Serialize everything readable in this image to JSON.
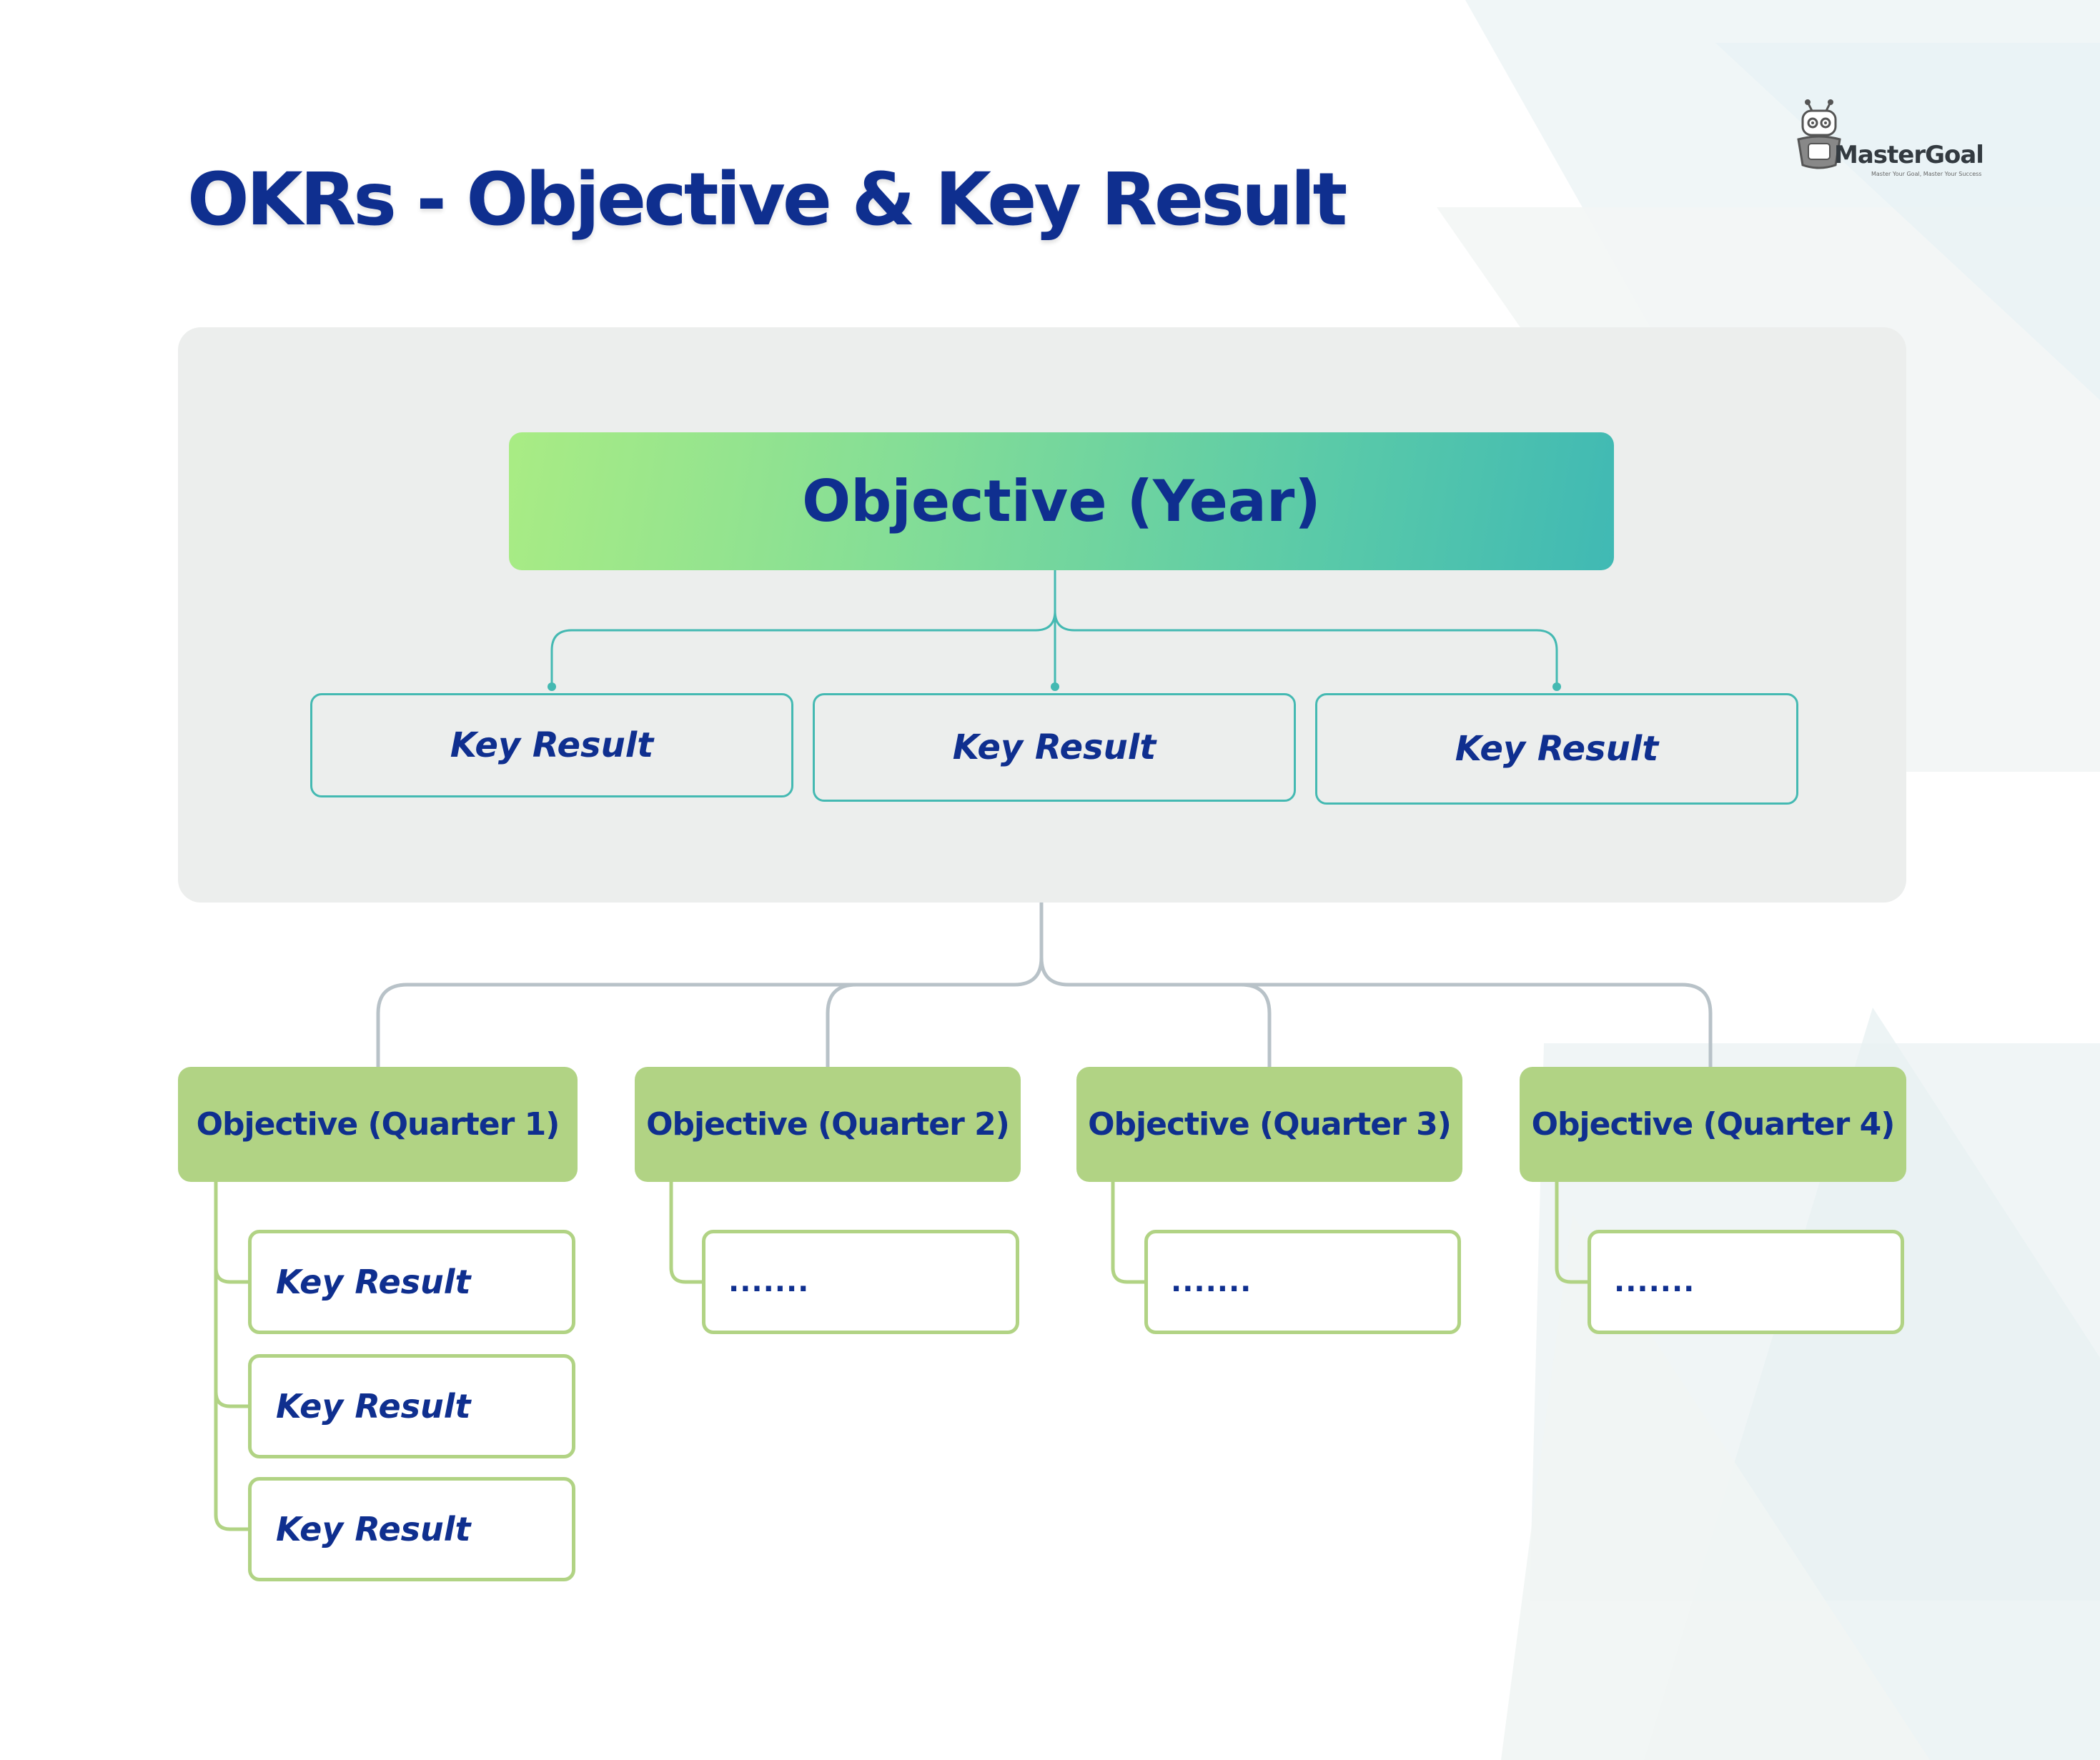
{
  "title": "OKRs - Objective & Key Result",
  "logo": {
    "name": "MasterGoal",
    "tagline": "Master Your Goal, Master Your Success",
    "icon": "robot-mascot-icon"
  },
  "colors": {
    "title": "#0f2f8f",
    "panel": "#eceeed",
    "objective_year_gradient": [
      "#a9ec84",
      "#40b9b4"
    ],
    "top_connector": "#44b9b2",
    "quarter_fill": "#b1d384",
    "quarter_connector": "#b8c2c8"
  },
  "diagram": {
    "objective_year": {
      "label": "Objective (Year)",
      "key_results": [
        "Key Result",
        "Key Result",
        "Key Result"
      ]
    },
    "quarters": [
      {
        "label": "Objective (Quarter 1)",
        "items": [
          "Key Result",
          "Key Result",
          "Key Result"
        ]
      },
      {
        "label": "Objective (Quarter 2)",
        "items": [
          "......."
        ]
      },
      {
        "label": "Objective (Quarter 3)",
        "items": [
          "......."
        ]
      },
      {
        "label": "Objective (Quarter 4)",
        "items": [
          "......."
        ]
      }
    ]
  }
}
